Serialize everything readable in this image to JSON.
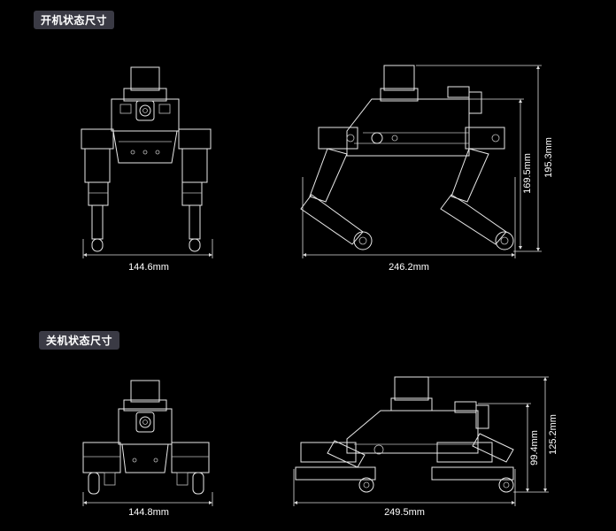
{
  "sections": {
    "on": {
      "title": "开机状态尺寸"
    },
    "off": {
      "title": "关机状态尺寸"
    }
  },
  "dimensions": {
    "on_front_width": "144.6mm",
    "on_side_length": "246.2mm",
    "on_side_height_body": "169.5mm",
    "on_side_height_total": "195.3mm",
    "off_front_width": "144.8mm",
    "off_side_length": "249.5mm",
    "off_side_height_body": "99.4mm",
    "off_side_height_total": "125.2mm"
  }
}
